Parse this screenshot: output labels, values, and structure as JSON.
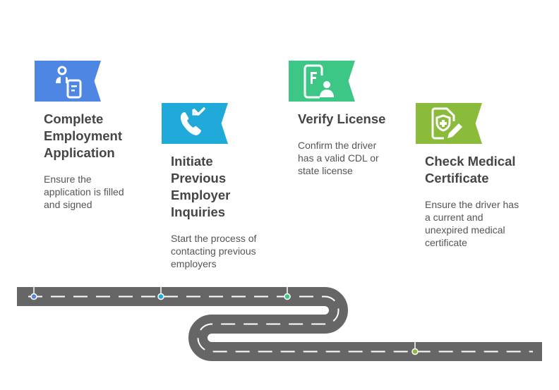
{
  "steps": [
    {
      "title_lines": [
        "Complete",
        "Employment",
        "Application"
      ],
      "body_lines": [
        "Ensure the",
        "application is filled",
        "and signed"
      ],
      "icon": "person-form-icon",
      "color": "#4E86E4"
    },
    {
      "title_lines": [
        "Initiate",
        "Previous",
        "Employer",
        "Inquiries"
      ],
      "body_lines": [
        "Start the process of",
        "contacting previous",
        "employers"
      ],
      "icon": "phone-callback-icon",
      "color": "#1FAAD9"
    },
    {
      "title_lines": [
        "Verify License"
      ],
      "body_lines": [
        "Confirm the driver",
        "has a valid CDL or",
        "state license"
      ],
      "icon": "license-card-icon",
      "color": "#3DC786"
    },
    {
      "title_lines": [
        "Check Medical",
        "Certificate"
      ],
      "body_lines": [
        "Ensure the driver has",
        "a current and",
        "unexpired medical",
        "certificate"
      ],
      "icon": "medical-document-icon",
      "color": "#8BBB3A"
    }
  ],
  "road_color": "#666666"
}
